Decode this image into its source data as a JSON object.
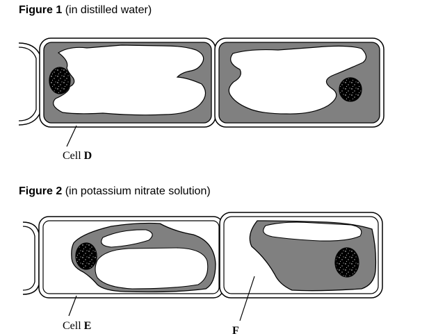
{
  "figure1": {
    "number": "Figure 1",
    "condition": "(in distilled water)",
    "label_cell_prefix": "Cell ",
    "label_cell_letter": "D"
  },
  "figure2": {
    "number": "Figure 2",
    "condition": "(in potassium nitrate solution)",
    "label_cell_prefix": "Cell ",
    "label_cell_letter": "E",
    "label_space": "F"
  },
  "colors": {
    "cytoplasm": "#808080",
    "vacuole": "#ffffff",
    "nucleus": "#000000",
    "outline": "#000000"
  }
}
